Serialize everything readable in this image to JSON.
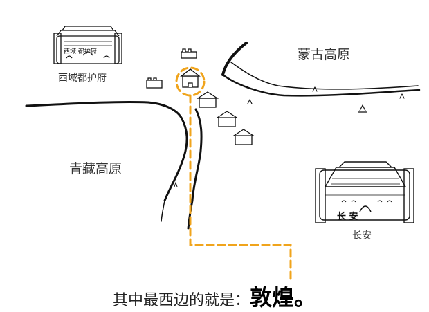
{
  "map": {
    "regions": {
      "mongolia_plateau": "蒙古高原",
      "tibetan_plateau": "青藏高原"
    },
    "cities": {
      "western_protectorate": "西域都护府",
      "western_protectorate_banner": "西域 都护府",
      "changan": "长安",
      "changan_banner": "长 安"
    },
    "highlight_color": "#f0a41c",
    "line_color": "#111111"
  },
  "caption": {
    "prefix": "其中最西边的就是：",
    "highlight": "敦煌。"
  }
}
